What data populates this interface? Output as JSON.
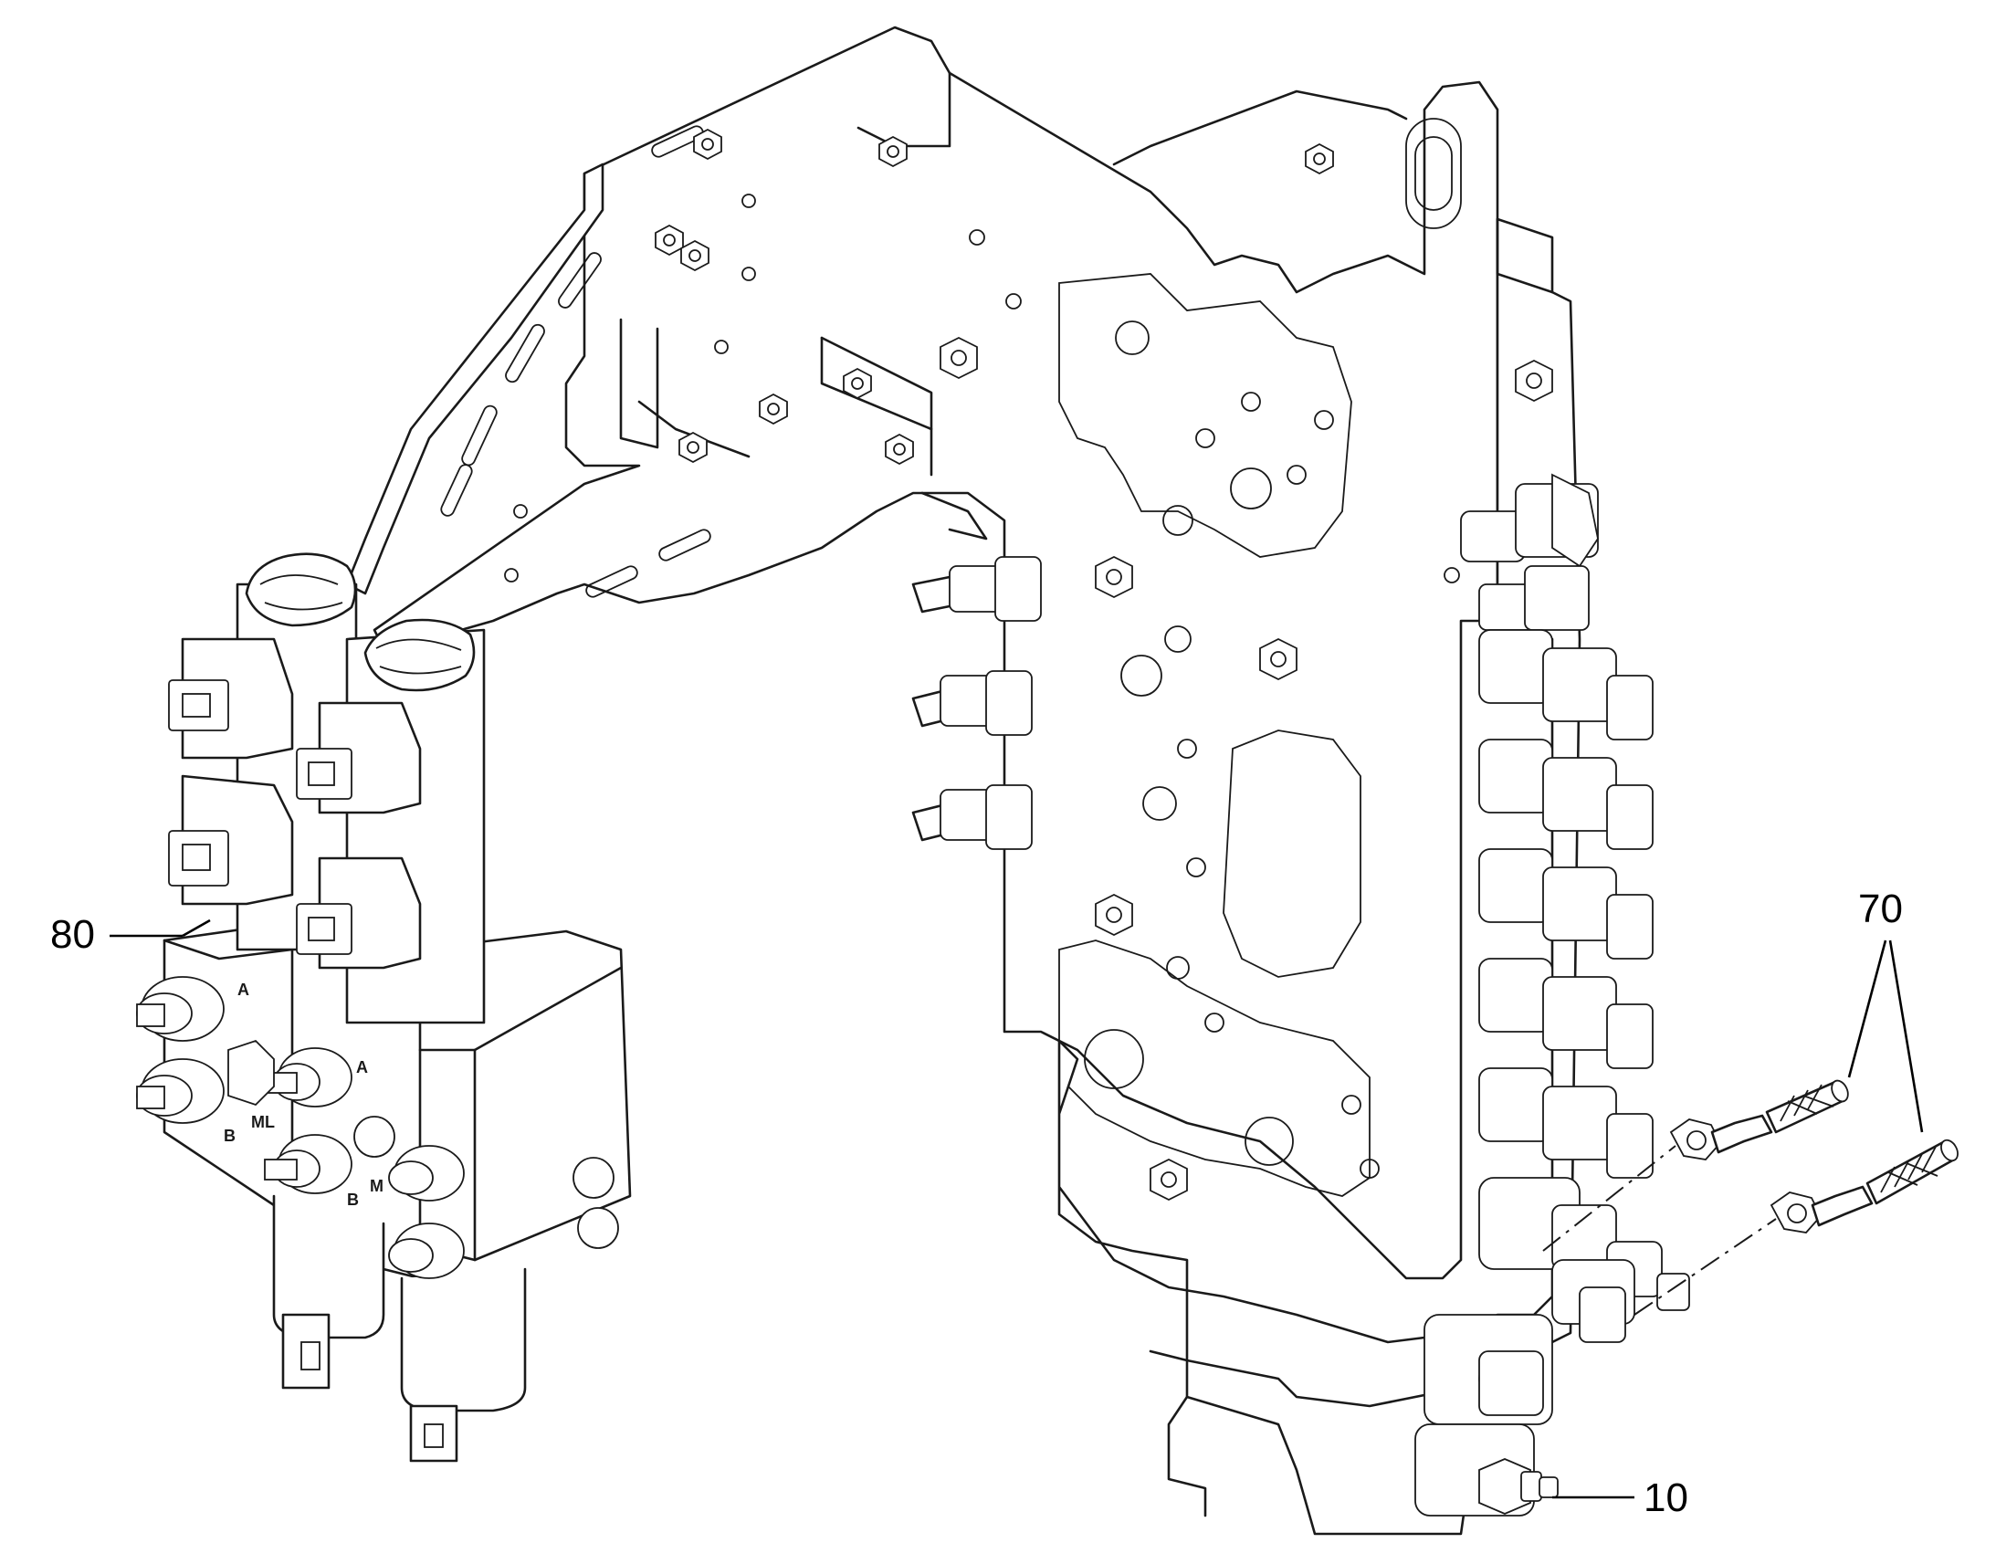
{
  "callouts": {
    "c10": "10",
    "c70": "70",
    "c80": "80"
  },
  "port_labels": {
    "a1": "A",
    "b1": "B",
    "ml": "ML",
    "a2": "A",
    "b2": "B",
    "m2": "M"
  },
  "colors": {
    "line": "#1a1a1a",
    "background": "#ffffff"
  }
}
